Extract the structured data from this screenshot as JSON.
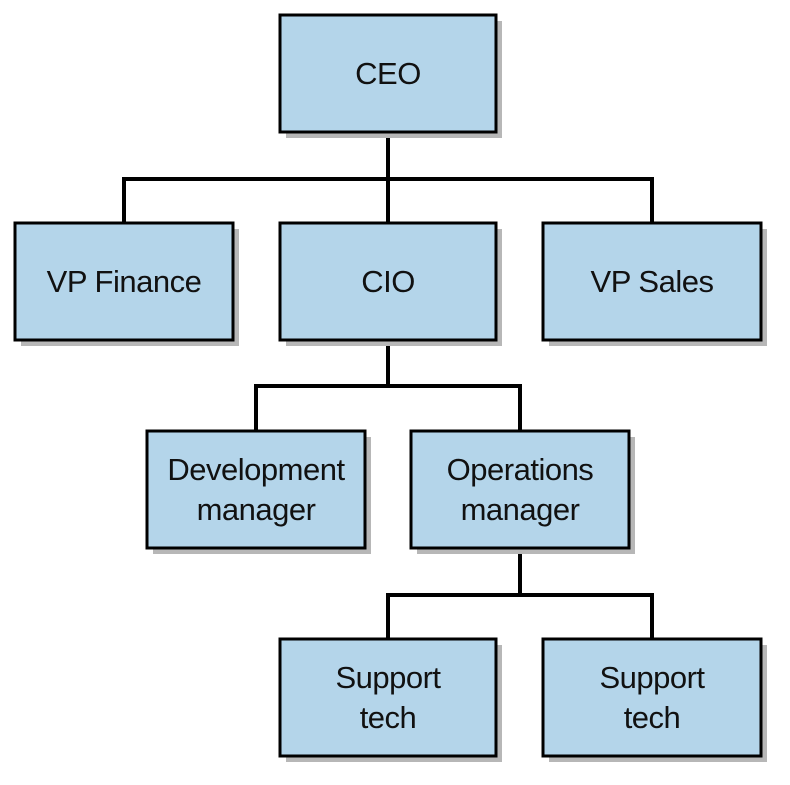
{
  "colors": {
    "box_fill": "#b4d5ea",
    "box_stroke": "#000000",
    "connector": "#000000"
  },
  "nodes": [
    {
      "id": "ceo",
      "lines": [
        "CEO"
      ]
    },
    {
      "id": "vp-finance",
      "lines": [
        "VP Finance"
      ]
    },
    {
      "id": "cio",
      "lines": [
        "CIO"
      ]
    },
    {
      "id": "vp-sales",
      "lines": [
        "VP Sales"
      ]
    },
    {
      "id": "development-manager",
      "lines": [
        "Development",
        "manager"
      ]
    },
    {
      "id": "operations-manager",
      "lines": [
        "Operations",
        "manager"
      ]
    },
    {
      "id": "support-tech-1",
      "lines": [
        "Support",
        "tech"
      ]
    },
    {
      "id": "support-tech-2",
      "lines": [
        "Support",
        "tech"
      ]
    }
  ],
  "edges": [
    {
      "from": "ceo",
      "to": "vp-finance"
    },
    {
      "from": "ceo",
      "to": "cio"
    },
    {
      "from": "ceo",
      "to": "vp-sales"
    },
    {
      "from": "cio",
      "to": "development-manager"
    },
    {
      "from": "cio",
      "to": "operations-manager"
    },
    {
      "from": "operations-manager",
      "to": "support-tech-1"
    },
    {
      "from": "operations-manager",
      "to": "support-tech-2"
    }
  ]
}
